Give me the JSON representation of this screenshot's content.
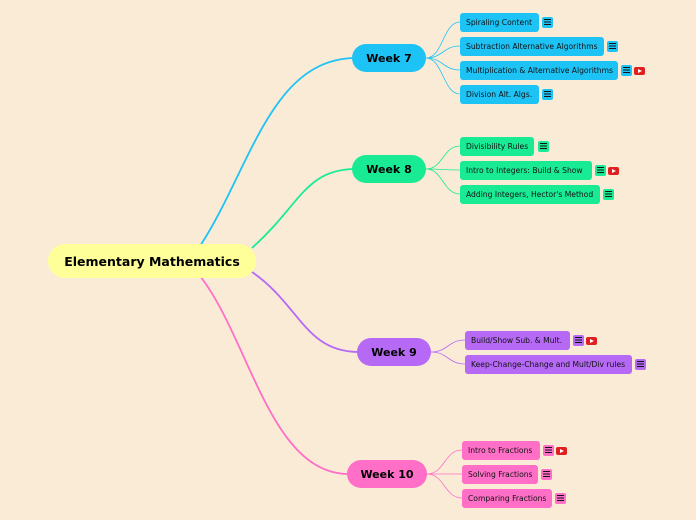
{
  "root": {
    "label": "Elementary Mathematics"
  },
  "colors": {
    "week7": "#1EC3F5",
    "week8": "#19EB95",
    "week9": "#B569F5",
    "week10": "#FF6EC7"
  },
  "weeks": [
    {
      "label": "Week 7",
      "topics": [
        {
          "label": "Spiraling Content",
          "note": true,
          "video": false
        },
        {
          "label": "Subtraction Alternative Algorithms",
          "note": true,
          "video": false
        },
        {
          "label": "Multiplication & Alternative Algorithms",
          "note": true,
          "video": true
        },
        {
          "label": "Division Alt. Algs.",
          "note": true,
          "video": false
        }
      ]
    },
    {
      "label": "Week 8",
      "topics": [
        {
          "label": "Divisibility Rules",
          "note": true,
          "video": false
        },
        {
          "label": "Intro to Integers: Build & Show",
          "note": true,
          "video": true
        },
        {
          "label": "Adding Integers, Hector's Method",
          "note": true,
          "video": false
        }
      ]
    },
    {
      "label": "Week 9",
      "topics": [
        {
          "label": "Build/Show Sub. & Mult.",
          "note": true,
          "video": true
        },
        {
          "label": "Keep-Change-Change and Mult/Div rules",
          "note": true,
          "video": false
        }
      ]
    },
    {
      "label": "Week 10",
      "topics": [
        {
          "label": "Intro to Fractions",
          "note": true,
          "video": true
        },
        {
          "label": "Solving Fractions",
          "note": true,
          "video": false
        },
        {
          "label": "Comparing Fractions",
          "note": true,
          "video": false
        }
      ]
    }
  ]
}
